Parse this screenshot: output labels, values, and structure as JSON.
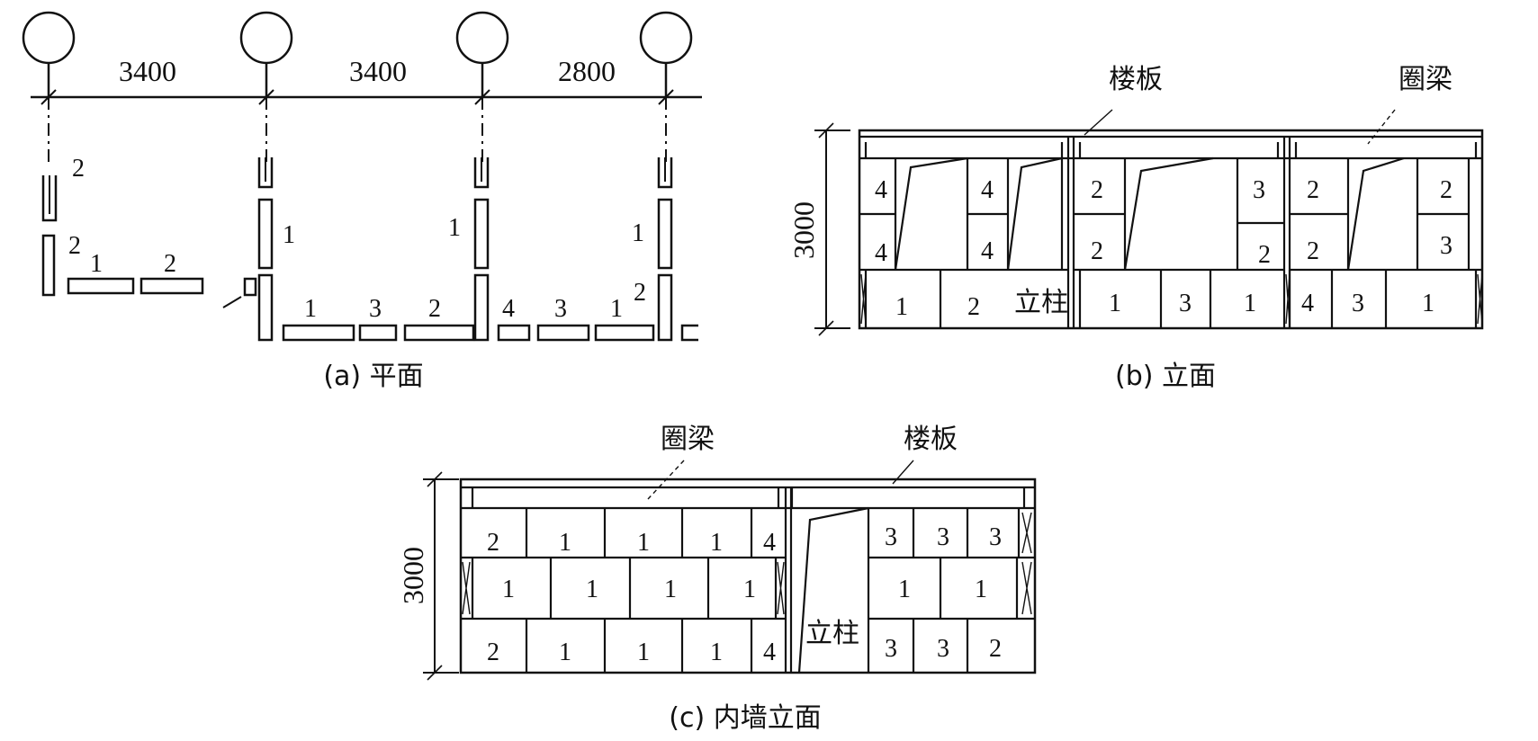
{
  "plan": {
    "dimensions": [
      "3400",
      "3400",
      "2800"
    ],
    "labels": [
      "2",
      "2",
      "1",
      "2",
      "1",
      "1",
      "3",
      "2",
      "1",
      "4",
      "3",
      "1",
      "1",
      "2"
    ],
    "caption": "(a) 平面"
  },
  "elevation": {
    "height": "3000",
    "floor_slab": "楼板",
    "ring_beam": "圈梁",
    "stud": "立柱",
    "labels": [
      "4",
      "4",
      "4",
      "4",
      "1",
      "2",
      "2",
      "3",
      "2",
      "2",
      "1",
      "3",
      "1",
      "2",
      "2",
      "2",
      "3",
      "4",
      "3",
      "1"
    ],
    "caption": "(b) 立面"
  },
  "interior": {
    "height": "3000",
    "ring_beam": "圈梁",
    "floor_slab": "楼板",
    "stud": "立柱",
    "labels": [
      "2",
      "1",
      "1",
      "1",
      "4",
      "1",
      "1",
      "1",
      "1",
      "2",
      "1",
      "1",
      "1",
      "4",
      "3",
      "3",
      "3",
      "1",
      "1",
      "3",
      "3",
      "2"
    ],
    "caption": "(c) 内墙立面"
  }
}
